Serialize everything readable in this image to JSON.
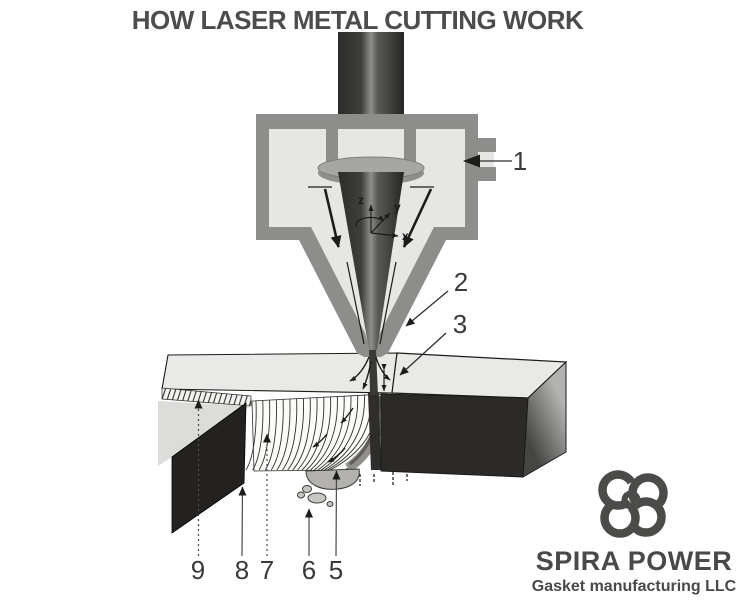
{
  "title": "HOW LASER METAL CUTTING WORK",
  "callouts": {
    "c1": "1",
    "c2": "2",
    "c3": "3",
    "c5": "5",
    "c6": "6",
    "c7": "7",
    "c8": "8",
    "c9": "9"
  },
  "axes": {
    "x": "x",
    "y": "y",
    "z": "z"
  },
  "logo": {
    "name": "SPIRA POWER",
    "subtitle": "Gasket manufacturing LLC"
  },
  "colors": {
    "title_gray": "#4c4c4c",
    "housing_gray": "#8d8d8b",
    "housing_interior": "#e6e6e4",
    "metal_top": "#e9e9e7",
    "metal_dark_face": "#2b2a28",
    "melt_gray": "#918f8b",
    "dross_gray": "#b4b2ae",
    "logo_gray": "#494947",
    "ink": "#1c1c1a"
  }
}
